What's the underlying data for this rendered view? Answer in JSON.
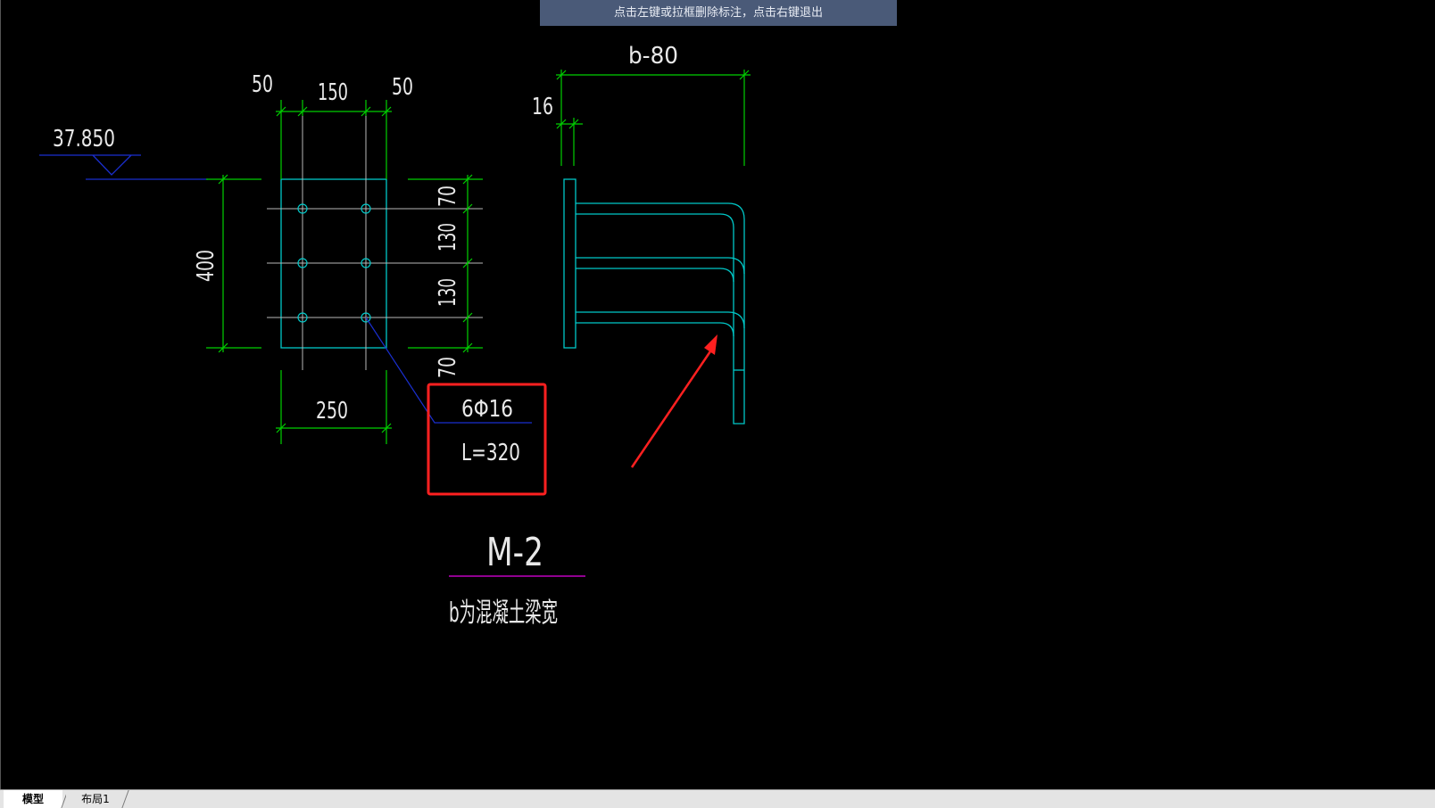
{
  "prompt": {
    "text": "点击左键或拉框删除标注，点击右键退出"
  },
  "drawing": {
    "elevation": "37.850",
    "plan_dims": {
      "top_left": "50",
      "top_mid": "150",
      "top_right": "50",
      "height": "400",
      "right_1": "70",
      "right_2": "130",
      "right_3": "130",
      "right_4": "70",
      "bottom": "250"
    },
    "section_dims": {
      "width": "b-80",
      "plate": "16"
    },
    "rebar_label": {
      "count_dia": "6Φ16",
      "length": "L=320"
    },
    "title": "M-2",
    "note": "b为混凝土梁宽",
    "colors": {
      "dim_green": "#00d000",
      "plate_cyan": "#00c8c8",
      "leader_blue": "#1a2fd0",
      "highlight_red": "#ff2020",
      "title_magenta": "#c000c0",
      "grid_gray": "#b8b8b8"
    }
  },
  "tabs": {
    "model": "模型",
    "layout1": "布局1"
  }
}
